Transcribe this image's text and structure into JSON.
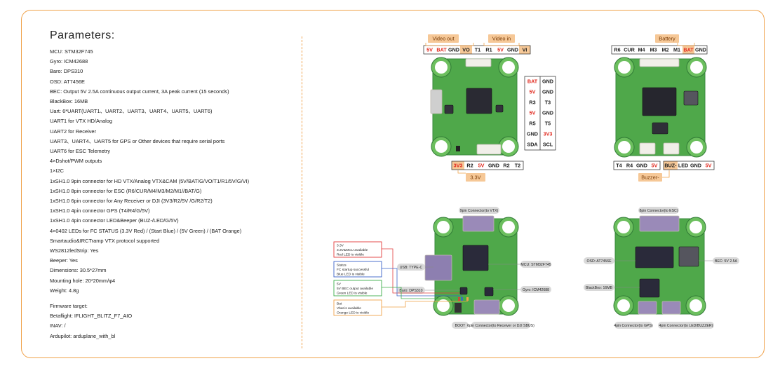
{
  "params": {
    "title": "Parameters:",
    "lines": [
      "MCU: STM32F745",
      "Gyro: ICM42688",
      "Baro: DPS310",
      "OSD: AT7456E",
      "BEC: Output 5V 2.5A continuous output current, 3A peak current (15 seconds)",
      "BlackBox: 16MB",
      "Uart: 6*UART(UART1、UART2、UART3、UART4、UART5、UART6)",
      "UART1 for VTX HD/Analog",
      "UART2 for Receiver",
      "UART3、UART4、UART5 for GPS or Other devices that require serial ports",
      "UART6 for ESC Telemetry",
      "4×Dshot/PWM outputs",
      "1×I2C",
      "1xSH1.0 9pin connector for HD VTX/Analog VTX&CAM (5V/BAT/G/VO/T1/R1/5V/G/VI)",
      "1xSH1.0 8pin connector for ESC (R6/CUR/M4/M3/M2/M1//BAT/G)",
      "1xSH1.0 6pin connector for Any Receiver or DJI (3V3/R2/5V /G/R2/T2)",
      "1xSH1.0 4pin connector GPS (T4/R4/G/5V)",
      "1xSH1.0 4pin connector LED&Beeper (BUZ-/LED/G/5V)",
      "4×0402 LEDs for FC STATUS (3.3V Red) / (Start Blue) / (5V Green) / (BAT Orange)",
      "Smartaudio&IRCTramp VTX protocol supported",
      "WS2812ledStrip: Yes",
      "Beeper: Yes",
      "Dimensions: 30.5*27mm",
      "Mounting hole: 20*20mm/φ4",
      "Weight: 4.8g"
    ],
    "firmware": [
      "Firmware target:",
      "Betaflight: IFLIGHT_BLITZ_F7_AIO",
      "INAV: /",
      "Ardupilot: arduplane_with_bl"
    ]
  },
  "top_left": {
    "video_out": "Video out",
    "video_in": "Video in",
    "top_pins": [
      "5V",
      "BAT",
      "GND",
      "VO",
      "T1",
      "R1",
      "5V",
      "GND",
      "VI"
    ],
    "right_left": [
      "BAT",
      "5V",
      "R3",
      "5V",
      "R5",
      "GND",
      "SDA"
    ],
    "right_right": [
      "GND",
      "GND",
      "T3",
      "GND",
      "T5",
      "3V3",
      "SCL"
    ],
    "bottom_pins": [
      "3V3",
      "R2",
      "5V",
      "GND",
      "R2",
      "T2"
    ],
    "bottom_label": "3.3V"
  },
  "top_right": {
    "battery": "Battery",
    "top_pins": [
      "R6",
      "CUR",
      "M4",
      "M3",
      "M2",
      "M1",
      "BAT",
      "GND"
    ],
    "bottom_left_pins": [
      "T4",
      "R4",
      "GND",
      "5V"
    ],
    "bottom_right_pins": [
      "BUZ-",
      "LED",
      "GND",
      "5V"
    ],
    "buzzer": "Buzzer-"
  },
  "bottom_left": {
    "top_conn": "9pin Connector(to VTX)",
    "usb": "USB: TYPE-C",
    "baro": "Baro: DPS310",
    "mcu": "MCU: STM32F745",
    "gyro": "Gyro: ICM42688",
    "boot": "BOOT",
    "rx_conn": "6pin Connector(to Receiver or DJI SBUS)",
    "led_boxes": [
      {
        "lines": [
          "3.3V",
          "3.3V&MCU available",
          "Red LED is visible"
        ],
        "color": "#e23b3b"
      },
      {
        "lines": [
          "Status",
          "FC startup successful",
          "Blue LED is visible"
        ],
        "color": "#3b63c9"
      },
      {
        "lines": [
          "5V",
          "5V BEC output available",
          "Green LED is visible"
        ],
        "color": "#3cae4a"
      },
      {
        "lines": [
          "Bat",
          "Vbat is available",
          "Orange LED is visible"
        ],
        "color": "#f0a24a"
      }
    ]
  },
  "bottom_right": {
    "top_conn": "8pin Connector(to ESC)",
    "osd": "OSD: AT7456E",
    "bec": "BEC: 5V 2.5A",
    "blackbox": "BlackBox: 16MB",
    "gps_conn": "4pin Connector(to GPS)",
    "led_conn": "4pin Connector(to LED/BUZZER)"
  },
  "colors": {
    "accent": "#f0a24a",
    "red_text": "#e0261b",
    "pcb": "#4fa84a",
    "pcb_dark": "#2f7a35"
  }
}
